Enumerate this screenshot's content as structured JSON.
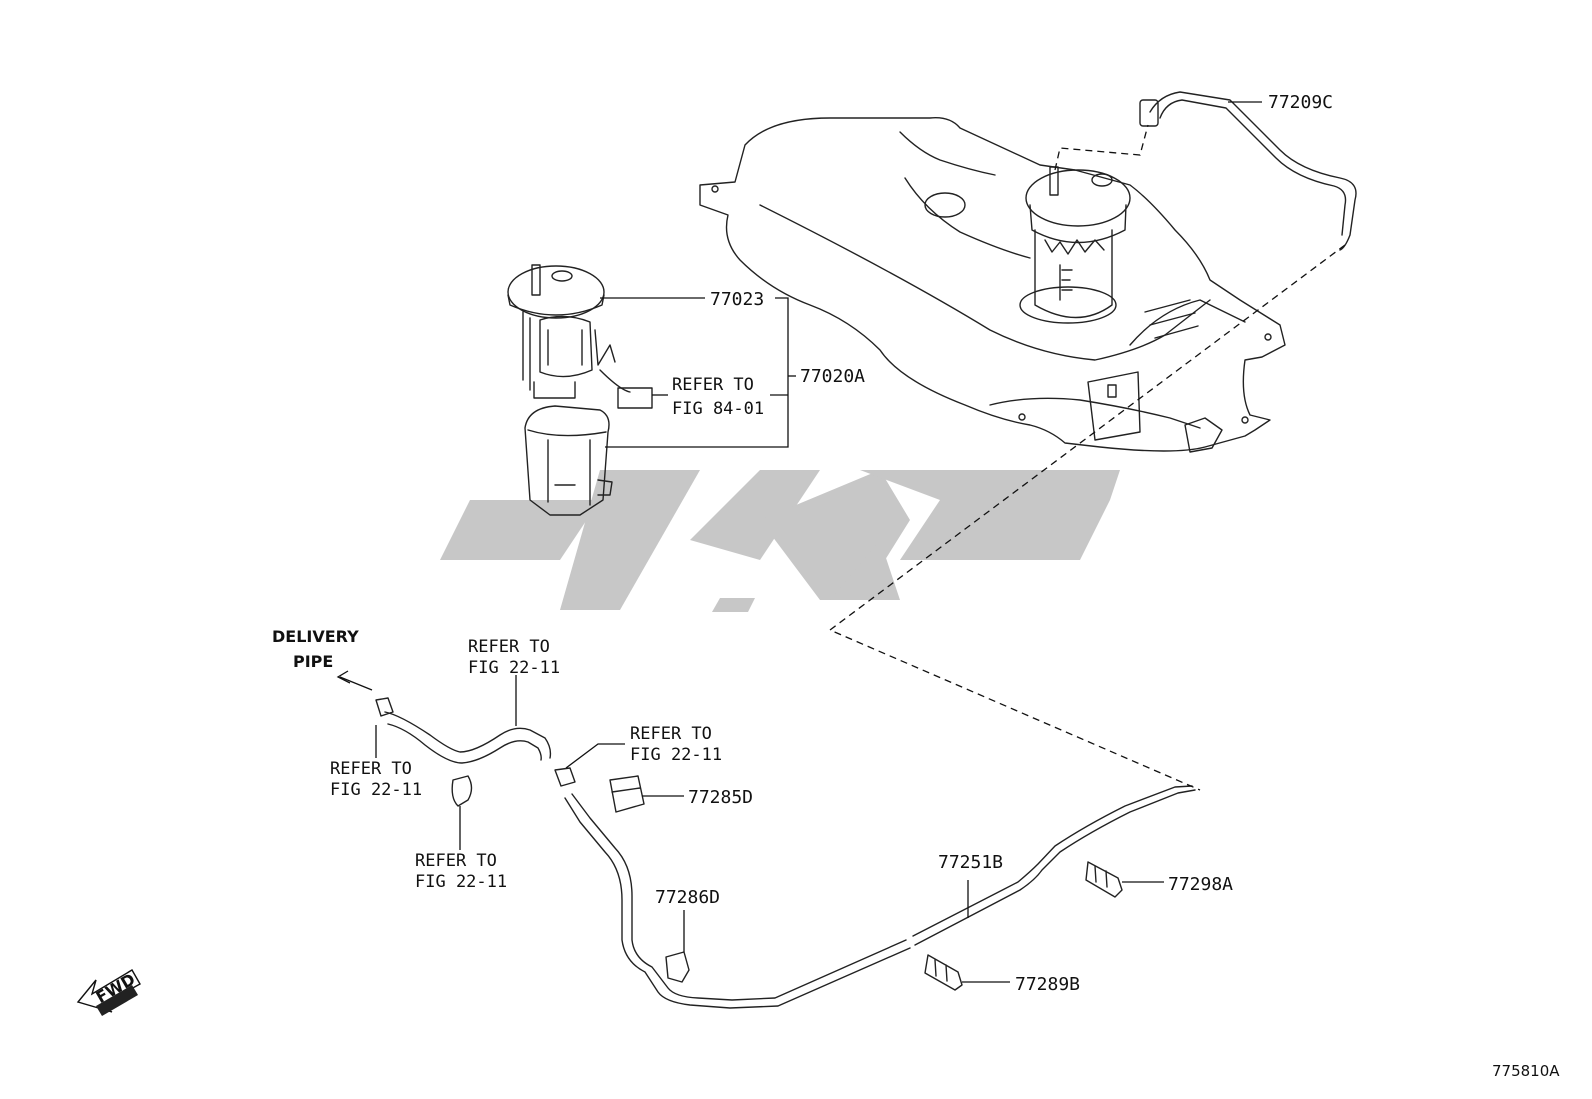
{
  "diagram": {
    "figure_code": "775810A",
    "fwd_label": "FWD",
    "watermark_color": "#c7c7c7",
    "callouts": {
      "p77209c": "77209C",
      "p77023": "77023",
      "p77020a": "77020A",
      "refer_8401_l1": "REFER TO",
      "refer_8401_l2": "FIG 84-01",
      "delivery_l1": "DELIVERY",
      "delivery_l2": "PIPE",
      "refer_a_l1": "REFER TO",
      "refer_a_l2": "FIG 22-11",
      "refer_b_l1": "REFER TO",
      "refer_b_l2": "FIG 22-11",
      "refer_c_l1": "REFER TO",
      "refer_c_l2": "FIG 22-11",
      "refer_d_l1": "REFER TO",
      "refer_d_l2": "FIG 22-11",
      "p77285d": "77285D",
      "p77286d": "77286D",
      "p77251b": "77251B",
      "p77298a": "77298A",
      "p77289b": "77289B"
    }
  }
}
